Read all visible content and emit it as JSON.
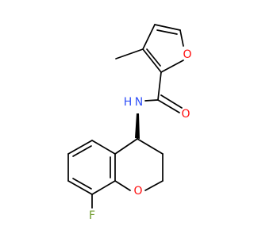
{
  "molecule": {
    "atoms": {
      "furan_oxygen": "O",
      "carbonyl_oxygen": "O",
      "amide_nitrogen": "N",
      "amide_hydrogen": "H",
      "ring_oxygen": "O",
      "fluorine": "F"
    },
    "colors": {
      "oxygen": "#ff0d0d",
      "nitrogen": "#3050f8",
      "fluorine": "#6e9a2c",
      "bond": "#000000"
    }
  }
}
